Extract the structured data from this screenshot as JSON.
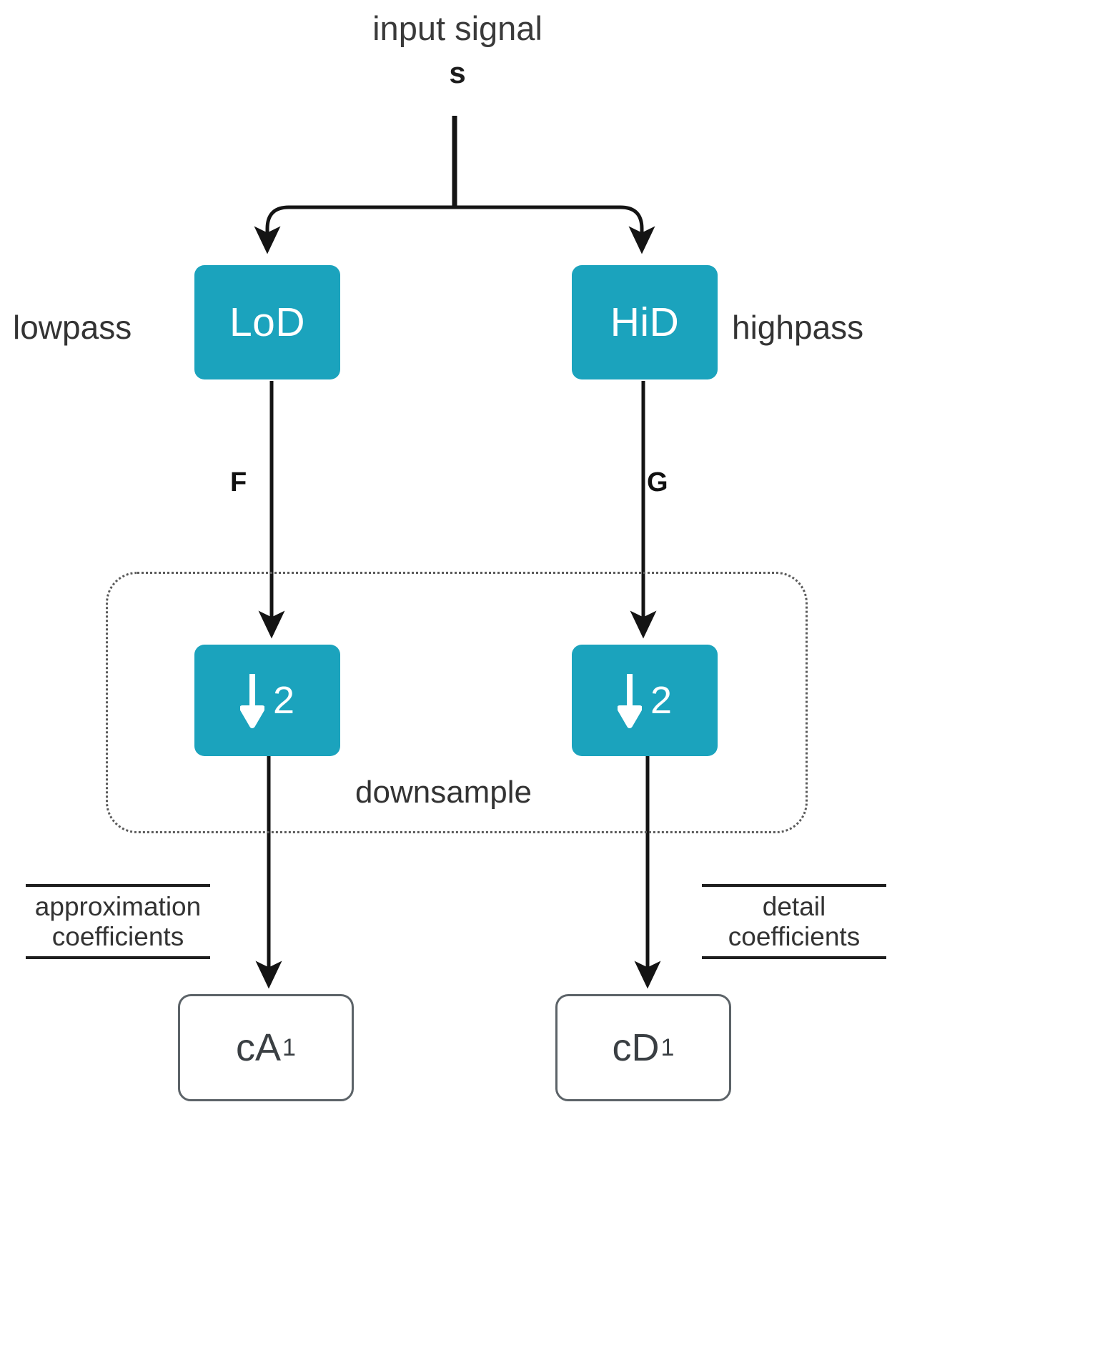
{
  "diagram": {
    "title": "input signal",
    "signal_symbol": "s",
    "accent_color": "#1ba3bd",
    "line_color": "#1f1f1f",
    "outline_color": "#5c6368",
    "background": "#ffffff"
  },
  "labels": {
    "lowpass": "lowpass",
    "highpass": "highpass",
    "downsample": "downsample"
  },
  "filters": {
    "lowpass_box": "LoD",
    "highpass_box": "HiD"
  },
  "edges": {
    "lowpass_letter": "F",
    "highpass_letter": "G"
  },
  "downsample": {
    "factor": "2",
    "arrow_icon": "down-arrow-icon",
    "region_label": "downsample"
  },
  "coefficients": {
    "approximation": {
      "line1": "approximation",
      "line2": "coefficients"
    },
    "detail": {
      "line1": "detail",
      "line2": "coefficients"
    }
  },
  "outputs": {
    "approximation": {
      "base": "cA",
      "subscript": "1"
    },
    "detail": {
      "base": "cD",
      "subscript": "1"
    }
  }
}
